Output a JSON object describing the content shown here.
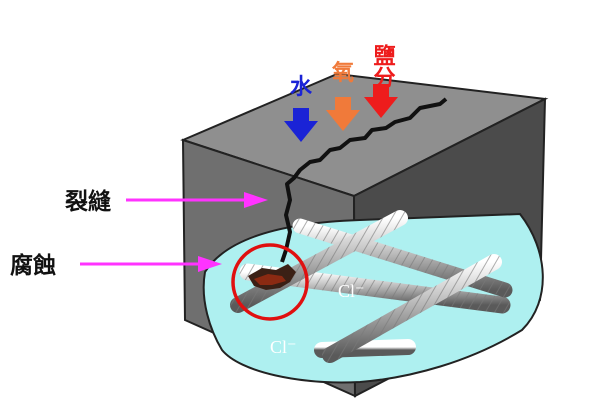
{
  "labels": {
    "water": "水",
    "oxygen": "氧",
    "salt": "鹽分",
    "crack": "裂縫",
    "corrosion": "腐蝕",
    "chloride_1": "Cl⁻",
    "chloride_2": "Cl⁻"
  },
  "colors": {
    "water": "#1a23d6",
    "oxygen": "#f07a3a",
    "salt": "#ee1c1c",
    "pointer": "#ff33ff",
    "concrete_top": "#8f8f8f",
    "concrete_front": "#6f6f6f",
    "concrete_side": "#4b4b4b",
    "cavity": "#aef0f0",
    "rust": "#8b2a12",
    "highlight_circle": "#e01010"
  }
}
